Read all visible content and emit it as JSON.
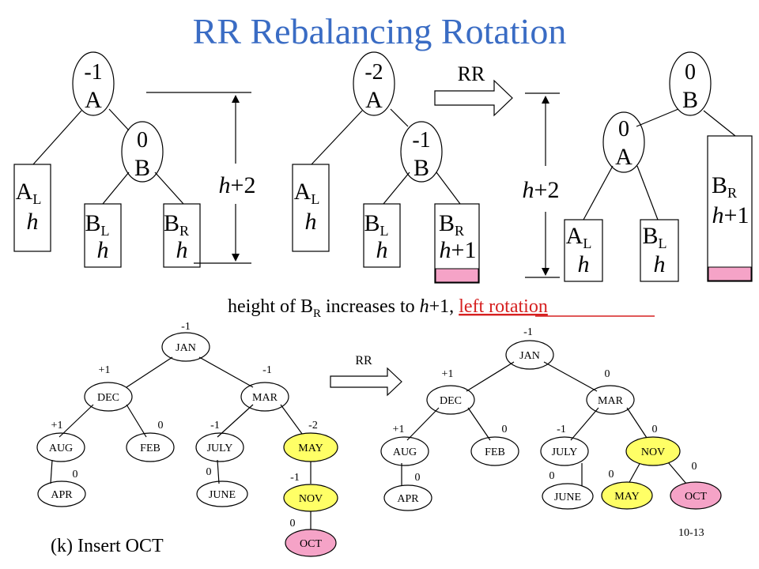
{
  "title": "RR Rebalancing Rotation",
  "top_diagram": {
    "tree1": {
      "root": {
        "bf": "-1",
        "label": "A"
      },
      "child": {
        "bf": "0",
        "label": "B"
      },
      "al": {
        "name": "A",
        "sub": "L",
        "h": "h"
      },
      "bl": {
        "name": "B",
        "sub": "L",
        "h": "h"
      },
      "br": {
        "name": "B",
        "sub": "R",
        "h": "h"
      },
      "height_label": "h",
      "height_suffix": "+2"
    },
    "tree2": {
      "root": {
        "bf": "-2",
        "label": "A"
      },
      "child": {
        "bf": "-1",
        "label": "B"
      },
      "al": {
        "name": "A",
        "sub": "L",
        "h": "h"
      },
      "bl": {
        "name": "B",
        "sub": "L",
        "h": "h"
      },
      "br": {
        "name": "B",
        "sub": "R",
        "h": "h",
        "h_suffix": "+1"
      }
    },
    "arrow_label": "RR",
    "tree3": {
      "root": {
        "bf": "0",
        "label": "B"
      },
      "child": {
        "bf": "0",
        "label": "A"
      },
      "al": {
        "name": "A",
        "sub": "L",
        "h": "h"
      },
      "bl": {
        "name": "B",
        "sub": "L",
        "h": "h"
      },
      "br": {
        "name": "B",
        "sub": "R",
        "h": "h",
        "h_suffix": "+1"
      },
      "height_label": "h",
      "height_suffix": "+2"
    },
    "caption": {
      "part1": "height of B",
      "sub": "R",
      "part2": " increases to ",
      "h": "h",
      "part3": "+1, ",
      "link": "left rotation"
    }
  },
  "bottom_diagram": {
    "arrow_label": "RR",
    "left_tree": {
      "nodes": [
        {
          "key": "JAN",
          "bf": "-1"
        },
        {
          "key": "DEC",
          "bf": "+1"
        },
        {
          "key": "MAR",
          "bf": "-1"
        },
        {
          "key": "AUG",
          "bf": "+1"
        },
        {
          "key": "FEB",
          "bf": "0"
        },
        {
          "key": "JULY",
          "bf": "-1"
        },
        {
          "key": "MAY",
          "bf": "-2"
        },
        {
          "key": "APR",
          "bf": "0"
        },
        {
          "key": "JUNE",
          "bf": "0"
        },
        {
          "key": "NOV",
          "bf": "-1"
        },
        {
          "key": "OCT",
          "bf": "0"
        }
      ]
    },
    "right_tree": {
      "nodes": [
        {
          "key": "JAN",
          "bf": "-1"
        },
        {
          "key": "DEC",
          "bf": "+1"
        },
        {
          "key": "MAR",
          "bf": "0"
        },
        {
          "key": "AUG",
          "bf": "+1"
        },
        {
          "key": "FEB",
          "bf": "0"
        },
        {
          "key": "JULY",
          "bf": "-1"
        },
        {
          "key": "NOV",
          "bf": "0"
        },
        {
          "key": "APR",
          "bf": "0"
        },
        {
          "key": "JUNE",
          "bf": "0"
        },
        {
          "key": "MAY",
          "bf": "0"
        },
        {
          "key": "OCT",
          "bf": "0"
        }
      ]
    },
    "step_label": "(k) Insert OCT",
    "page_number": "10-13"
  },
  "colors": {
    "title": "#3a6cc4",
    "highlight_yellow": "#ffff66",
    "highlight_pink": "#f5a3c7",
    "link_red": "#d62020"
  }
}
